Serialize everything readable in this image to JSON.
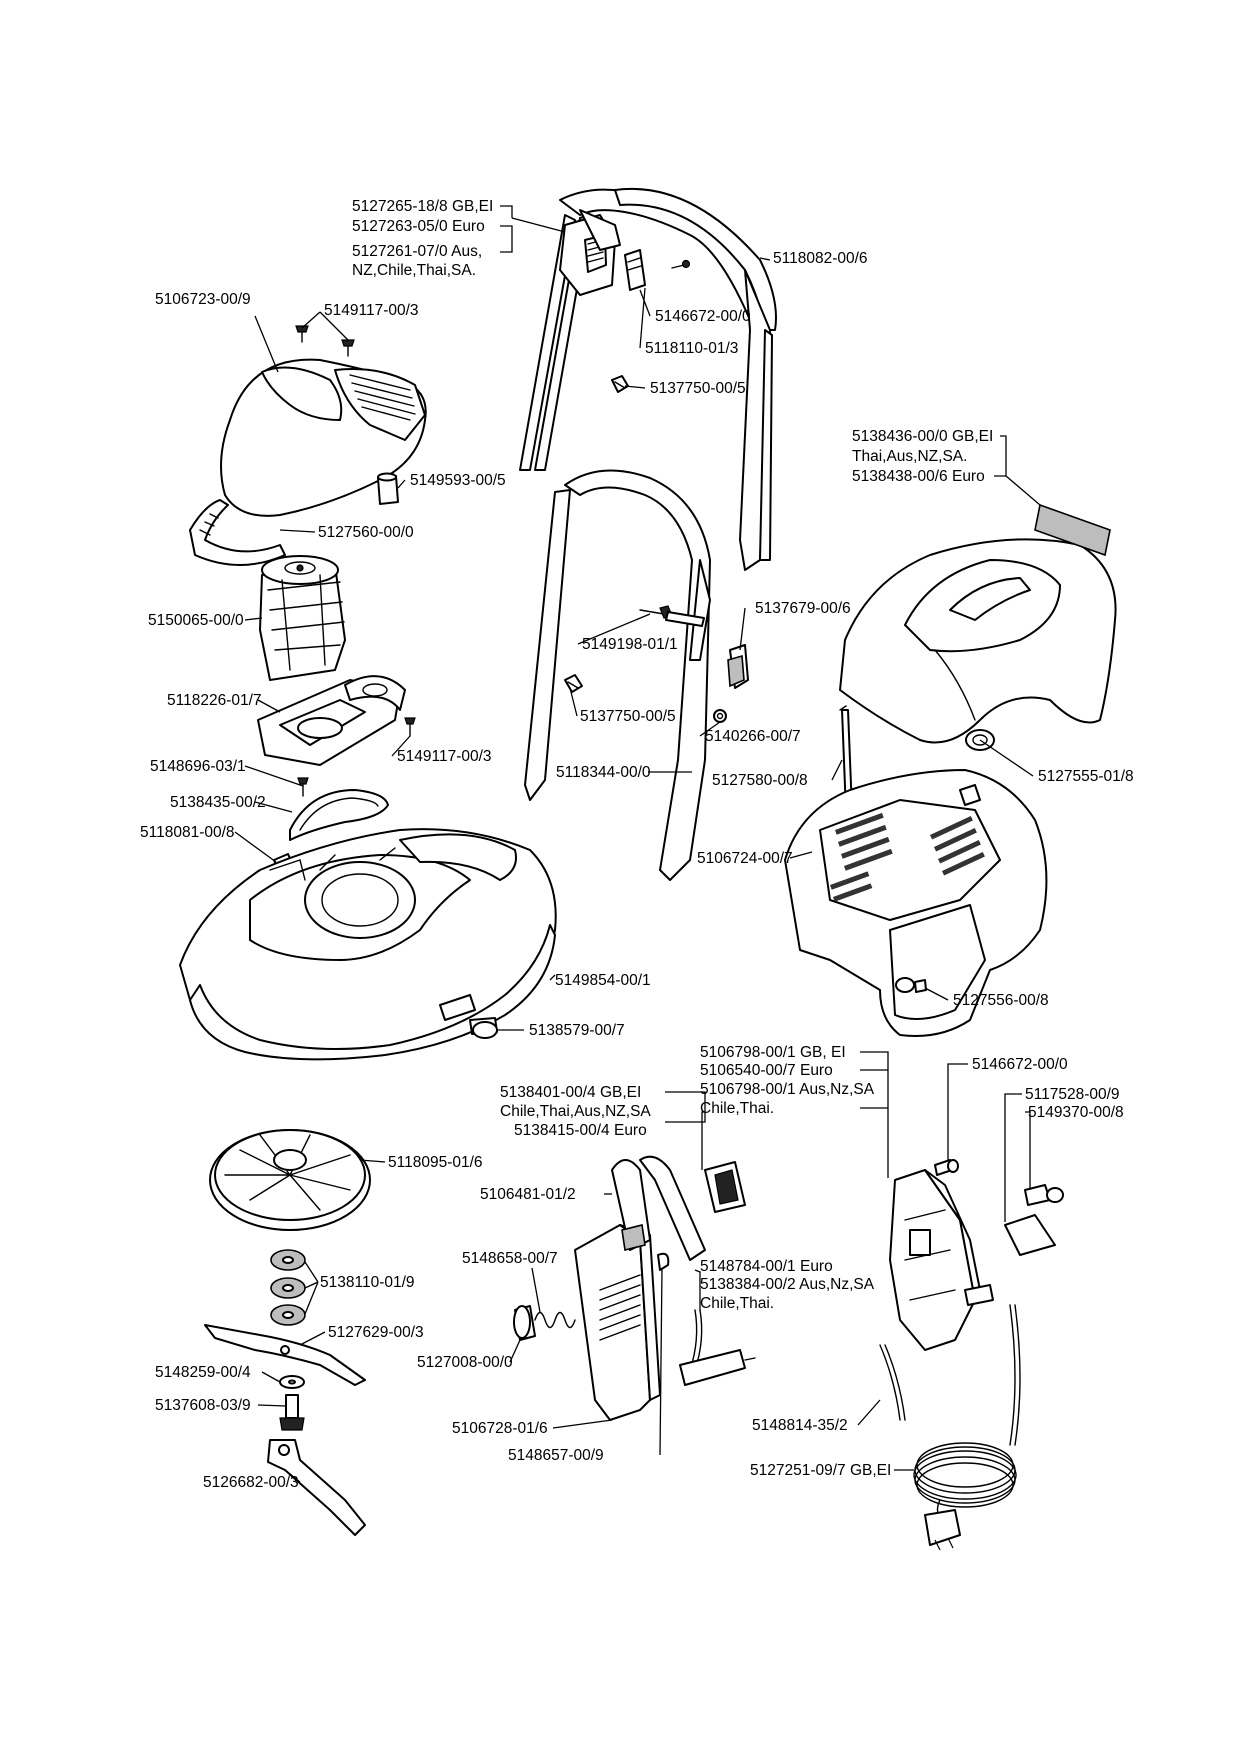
{
  "labels": {
    "switch_box_gb": "5127265-18/8 GB,EI",
    "switch_box_euro": "5127263-05/0 Euro",
    "switch_box_aus_1": "5127261-07/0 Aus,",
    "switch_box_aus_2": "NZ,Chile,Thai,SA.",
    "upper_handle": "5118082-00/6",
    "hood_cover": "5106723-00/9",
    "screw_hood": "5149117-00/3",
    "screw_handle_top": "5146672-00/0",
    "handle_clip": "5118110-01/3",
    "cable_clip_upper": "5137750-00/5",
    "label_gb_1": "5138436-00/0 GB,EI",
    "label_gb_2": "Thai,Aus,NZ,SA.",
    "label_euro": "5138438-00/6 Euro",
    "spacer": "5149593-00/5",
    "hood_bracket": "5127560-00/0",
    "motor": "5150065-00/0",
    "bolt_handle": "5149198-01/1",
    "handle_lever": "5137679-00/6",
    "motor_plate": "5118226-01/7",
    "cable_clip_lower": "5137750-00/5",
    "handle_knob": "5140266-00/7",
    "screw_plate": "5149117-00/3",
    "screw_belt": "5148696-03/1",
    "lower_handle": "5118344-00/0",
    "rod": "5127580-00/8",
    "rear_cover": "5127555-01/8",
    "belt": "5138435-00/2",
    "clip": "5118081-00/8",
    "grass_box": "5106724-00/7",
    "deck": "5149854-00/1",
    "knob_deck": "5138579-00/7",
    "knob_box": "5127556-00/8",
    "switch_a_1": "5106798-00/1 GB, EI",
    "switch_a_2": "5106540-00/7 Euro",
    "switch_a_3": "5106798-00/1 Aus,Nz,SA",
    "switch_a_4": "Chile,Thai.",
    "screw_switch": "5146672-00/0",
    "relief_1": "5117528-00/9",
    "relief_2": "5149370-00/8",
    "plug_1": "5138401-00/4 GB,EI",
    "plug_2": "Chile,Thai,Aus,NZ,SA",
    "plug_3": "5138415-00/4 Euro",
    "fan": "5118095-01/6",
    "handle_grip": "5106481-01/2",
    "spring": "5148658-00/7",
    "cable_1": "5148784-00/1 Euro",
    "cable_2": "5138384-00/2 Aus,Nz,SA",
    "cable_3": "Chile,Thai.",
    "washers": "5138110-01/9",
    "blade": "5127629-00/3",
    "button": "5127008-00/0",
    "washer": "5148259-00/4",
    "bolt_blade": "5137608-03/9",
    "switch_housing": "5106728-01/6",
    "cord_short": "5148814-35/2",
    "clip_housing": "5148657-00/9",
    "spanner": "5126682-00/3",
    "mains_cable": "5127251-09/7 GB,EI"
  }
}
